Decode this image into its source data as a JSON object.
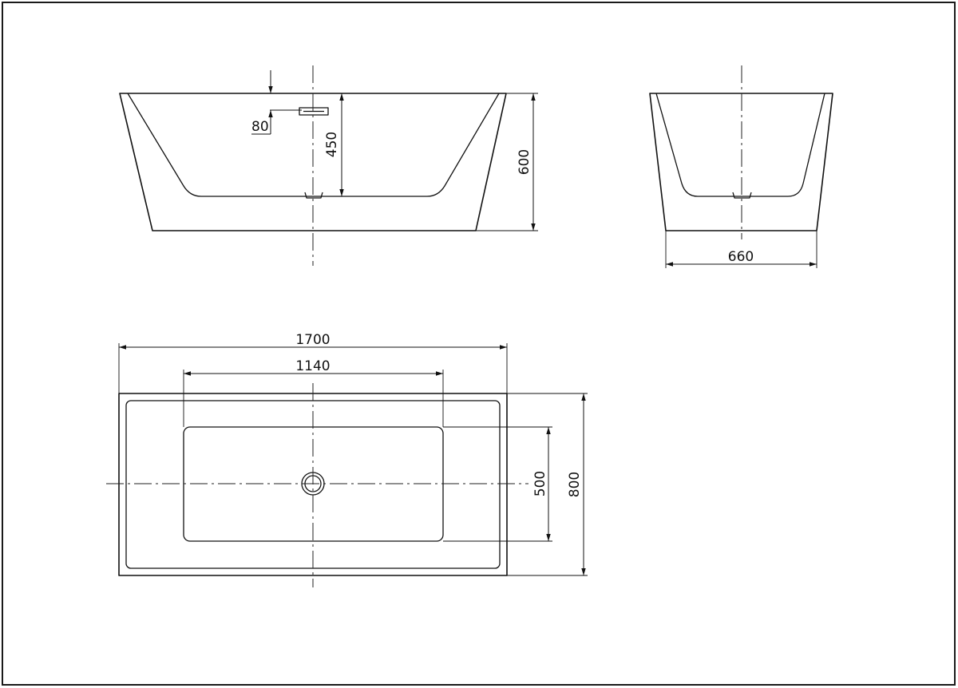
{
  "drawing": {
    "views": {
      "side": {
        "dimensions": {
          "overflow_depth": "80",
          "inner_depth": "450",
          "overall_height": "600"
        }
      },
      "end": {
        "dimensions": {
          "base_width": "660"
        }
      },
      "plan": {
        "dimensions": {
          "overall_length": "1700",
          "basin_length": "1140",
          "basin_width": "500",
          "overall_width": "800"
        }
      }
    }
  }
}
